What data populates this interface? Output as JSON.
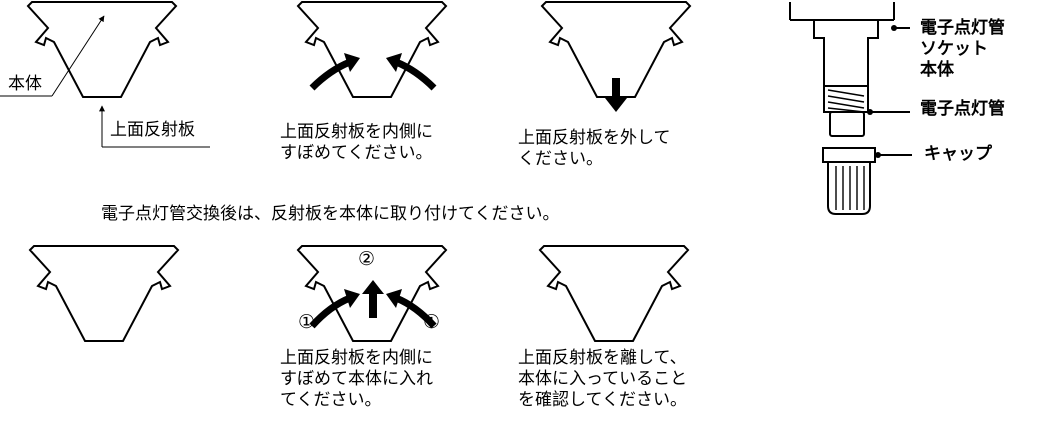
{
  "labels": {
    "body": "本体",
    "top_reflector": "上面反射板",
    "step1_caption": "上面反射板を内側に\nすぼめてください。",
    "step2_caption": "上面反射板を外して\nください。",
    "middle_instruction": "電子点灯管交換後は、反射板を本体に取り付けてください。",
    "step3_caption": "上面反射板を内側に\nすぼめて本体に入れ\nてください。",
    "step4_caption": "上面反射板を離して、\n本体に入っていること\nを確認してください。",
    "socket_label": "電子点灯管\nソケット\n本体",
    "starter_label": "電子点灯管",
    "cap_label": "キャップ",
    "marker_1": "①",
    "marker_2": "②"
  },
  "icons": [
    "inward-arrow-icon",
    "down-arrow-icon",
    "up-arrow-icon"
  ]
}
